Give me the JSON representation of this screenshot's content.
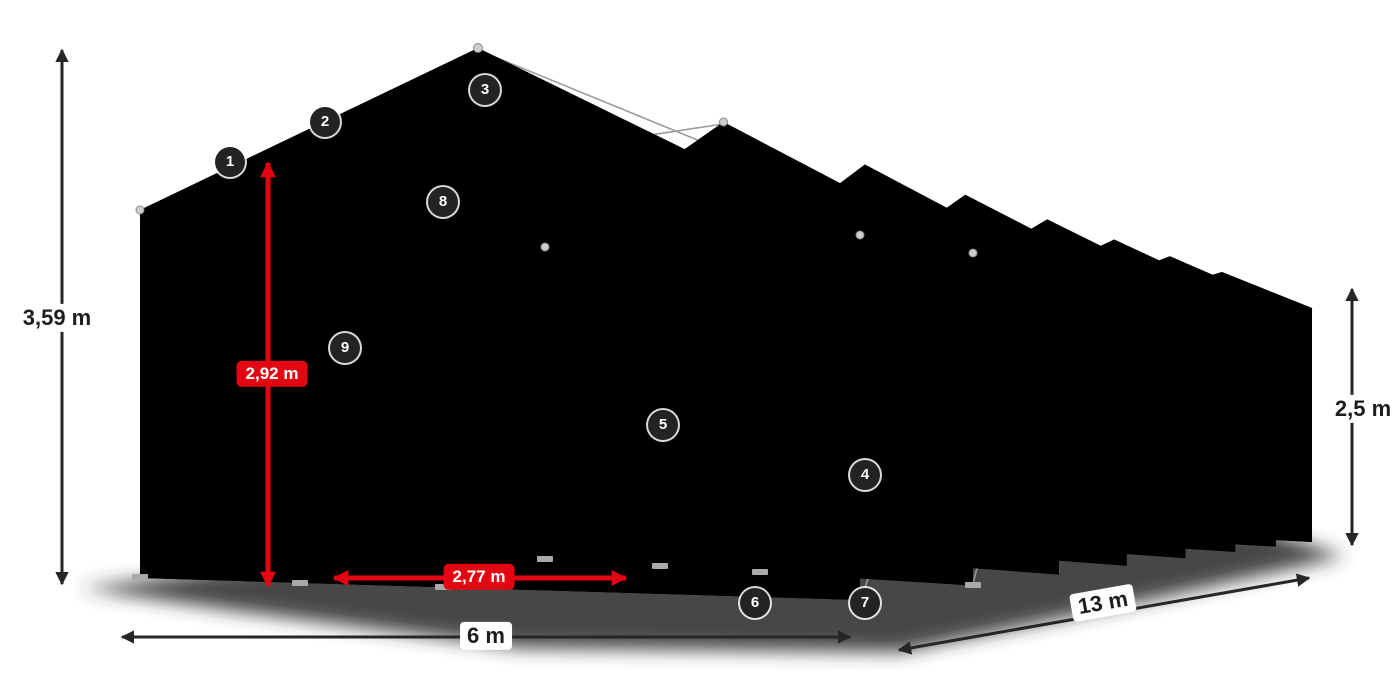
{
  "diagram": {
    "name": "tent-frame-construction",
    "dimensions": {
      "total_height": "3,59 m",
      "clearance_height": "2,92 m",
      "clearance_width": "2,77 m",
      "width": "6 m",
      "length": "13 m",
      "side_height": "2,5 m"
    },
    "markers": [
      "1",
      "2",
      "3",
      "4",
      "5",
      "6",
      "7",
      "8",
      "9"
    ],
    "colors": {
      "accent_red": "#e20613",
      "marker_bg": "#232323",
      "text": "#1d1d1b",
      "frame_dark": "#8f8f8f",
      "frame_light": "#d9d9d9"
    }
  }
}
